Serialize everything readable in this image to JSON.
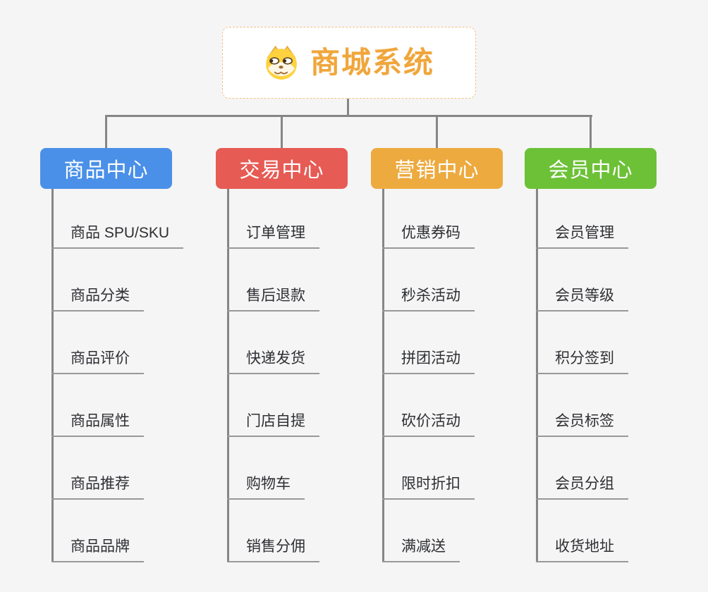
{
  "page": {
    "background": "#f5f5f5",
    "connector_color": "#868686",
    "underline_color": "#97989a"
  },
  "root": {
    "title": "商城系统",
    "title_color": "#f0a63c",
    "border_color": "#f2c083",
    "icon": "doge-icon"
  },
  "branches": [
    {
      "label": "商品中心",
      "color": "#4a90e8",
      "children": [
        "商品 SPU/SKU",
        "商品分类",
        "商品评价",
        "商品属性",
        "商品推荐",
        "商品品牌"
      ]
    },
    {
      "label": "交易中心",
      "color": "#e65b54",
      "children": [
        "订单管理",
        "售后退款",
        "快递发货",
        "门店自提",
        "购物车",
        "销售分佣"
      ]
    },
    {
      "label": "营销中心",
      "color": "#edaa3f",
      "children": [
        "优惠券码",
        "秒杀活动",
        "拼团活动",
        "砍价活动",
        "限时折扣",
        "满减送"
      ]
    },
    {
      "label": "会员中心",
      "color": "#6cc136",
      "children": [
        "会员管理",
        "会员等级",
        "积分签到",
        "会员标签",
        "会员分组",
        "收货地址"
      ]
    }
  ]
}
